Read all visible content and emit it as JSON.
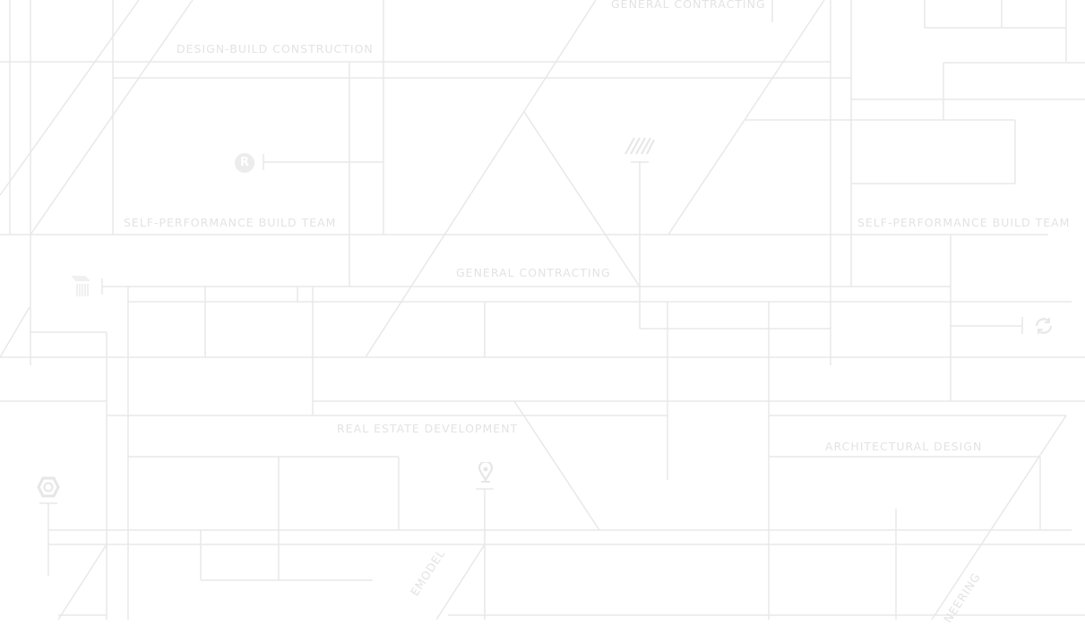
{
  "labels": {
    "general_contracting_top": "GENERAL CONTRACTING",
    "design_build": "DESIGN-BUILD CONSTRUCTION",
    "self_performance_left": "SELF-PERFORMANCE BUILD TEAM",
    "self_performance_right": "SELF-PERFORMANCE BUILD TEAM",
    "general_contracting_mid": "GENERAL CONTRACTING",
    "real_estate": "REAL ESTATE DEVELOPMENT",
    "architectural_design": "ARCHITECTURAL DESIGN",
    "remodel": "EMODEL",
    "engineering": "NEERING"
  },
  "icons": [
    "r-logo-icon",
    "roof-icon",
    "house-icon",
    "refresh-icon",
    "hexagon-badge-icon",
    "map-pin-icon"
  ],
  "colors": {
    "line": "#e8e8e8",
    "text": "#e3e3e3",
    "background": "#ffffff"
  }
}
